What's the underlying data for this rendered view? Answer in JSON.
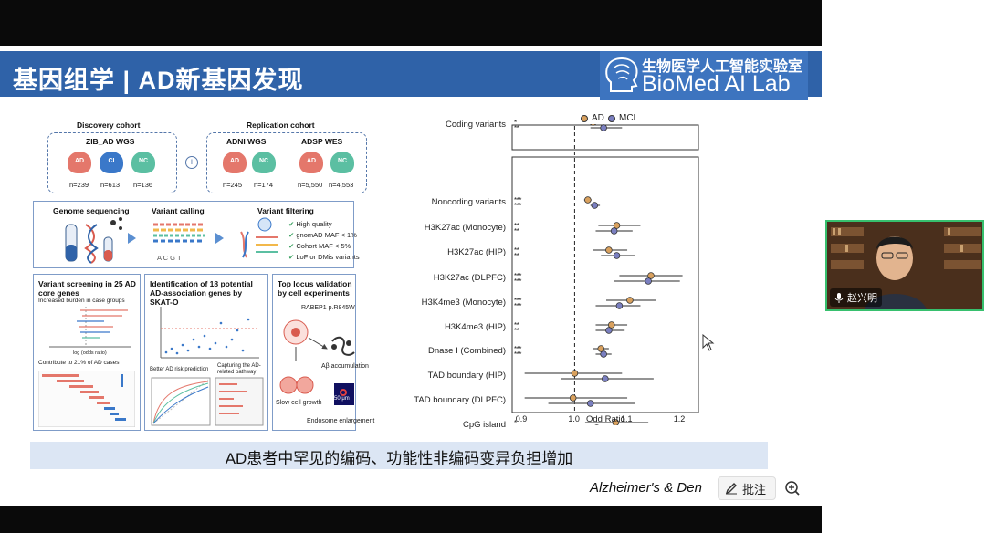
{
  "slide": {
    "title": "基因组学 | AD新基因发现",
    "logo_cn": "生物医学人工智能实验室",
    "logo_en": "BioMed AI Lab",
    "subtitle": "AD患者中罕见的编码、功能性非编码变异负担增加",
    "citation": "Alzheimer's & Den"
  },
  "workflow": {
    "discovery_title": "Discovery cohort",
    "replication_title": "Replication cohort",
    "zib": "ZIB_AD WGS",
    "adni": "ADNI WGS",
    "adsp": "ADSP WES",
    "heads": [
      {
        "label": "AD",
        "n": "n=239",
        "color": "#e4776b"
      },
      {
        "label": "CI",
        "n": "n=613",
        "color": "#3a78c9"
      },
      {
        "label": "NC",
        "n": "n=136",
        "color": "#5bbfa2"
      },
      {
        "label": "AD",
        "n": "n=245",
        "color": "#e4776b"
      },
      {
        "label": "NC",
        "n": "n=174",
        "color": "#5bbfa2"
      },
      {
        "label": "AD",
        "n": "n=5,550",
        "color": "#e4776b"
      },
      {
        "label": "NC",
        "n": "n=4,553",
        "color": "#5bbfa2"
      }
    ],
    "plus": "+",
    "genome_sequencing": "Genome sequencing",
    "variant_calling": "Variant calling",
    "variant_filtering": "Variant filtering",
    "dna_letters": "A  C  G  T",
    "filters": [
      "High quality",
      "gnomAD MAF < 1%",
      "Cohort MAF < 5%",
      "LoF or DMis variants"
    ],
    "panel1_title": "Variant screening in 25 AD core genes",
    "panel1_sub": "Increased burden in case groups",
    "panel1_axis": "log (odds ratio)",
    "panel1_note": "Contribute to 21% of AD cases",
    "panel2_title": "Identification of 18 potential AD-association genes by SKAT-O",
    "panel2_left": "Better AD risk prediction",
    "panel2_right": "Capturing the AD-related pathway",
    "panel3_title": "Top locus validation by cell experiments",
    "panel3_variant": "RABEP1 p.R845W",
    "panel3_ab": "Aβ accumulation",
    "panel3_slow": "Slow cell growth",
    "panel3_endo": "Endosome enlargement",
    "panel3_scale": "50 μm"
  },
  "forest": {
    "legend": [
      {
        "label": "AD",
        "color": "#d9a15e"
      },
      {
        "label": "MCI",
        "color": "#7a7fc0"
      }
    ],
    "rows": [
      {
        "label": "Coding variants",
        "stars": "*\n**"
      },
      {
        "label": "Noncoding variants",
        "stars": "***\n***"
      },
      {
        "label": "H3K27ac (Monocyte)",
        "stars": "**\n**"
      },
      {
        "label": "H3K27ac (HIP)",
        "stars": "**\n**"
      },
      {
        "label": "H3K27ac (DLPFC)",
        "stars": "***\n***"
      },
      {
        "label": "H3K4me3 (Monocyte)",
        "stars": "***\n***"
      },
      {
        "label": "H3K4me3 (HIP)",
        "stars": "**\n**"
      },
      {
        "label": "Dnase I (Combined)",
        "stars": "***\n***"
      },
      {
        "label": "TAD boundary (HIP)",
        "stars": ""
      },
      {
        "label": "TAD boundary (DLPFC)",
        "stars": ""
      },
      {
        "label": "CpG island",
        "stars": "*"
      }
    ],
    "xlabel": "Odd Ratio",
    "ticks": [
      "0.9",
      "1.0",
      "1.1",
      "1.2"
    ]
  },
  "chart_data": {
    "type": "scatter",
    "xlabel": "Odd Ratio",
    "xlim": [
      0.89,
      1.23
    ],
    "reference_line": 1.0,
    "categories": [
      "Coding variants",
      "Noncoding variants",
      "H3K27ac (Monocyte)",
      "H3K27ac (HIP)",
      "H3K27ac (DLPFC)",
      "H3K4me3 (Monocyte)",
      "H3K4me3 (HIP)",
      "Dnase I (Combined)",
      "TAD boundary (HIP)",
      "TAD boundary (DLPFC)",
      "CpG island"
    ],
    "series": [
      {
        "name": "AD",
        "color": "#d9a15e",
        "values": [
          1.035,
          1.025,
          1.08,
          1.065,
          1.145,
          1.105,
          1.07,
          1.05,
          1.0,
          0.997,
          1.078
        ],
        "lo": [
          1.01,
          1.018,
          1.045,
          1.035,
          1.085,
          1.06,
          1.04,
          1.035,
          0.905,
          0.905,
          1.02
        ],
        "hi": [
          1.06,
          1.032,
          1.125,
          1.1,
          1.205,
          1.155,
          1.1,
          1.065,
          1.09,
          1.1,
          1.14
        ]
      },
      {
        "name": "MCI",
        "color": "#7a7fc0",
        "values": [
          1.055,
          1.038,
          1.075,
          1.08,
          1.14,
          1.085,
          1.065,
          1.055,
          1.058,
          1.03,
          1.042
        ],
        "lo": [
          1.03,
          1.03,
          1.04,
          1.05,
          1.075,
          1.04,
          1.04,
          1.04,
          0.975,
          0.95,
          1.0
        ],
        "hi": [
          1.09,
          1.048,
          1.11,
          1.115,
          1.2,
          1.125,
          1.095,
          1.07,
          1.15,
          1.115,
          1.09
        ]
      }
    ]
  },
  "ui": {
    "annotate_label": "批注",
    "participant_name": "赵兴明"
  }
}
